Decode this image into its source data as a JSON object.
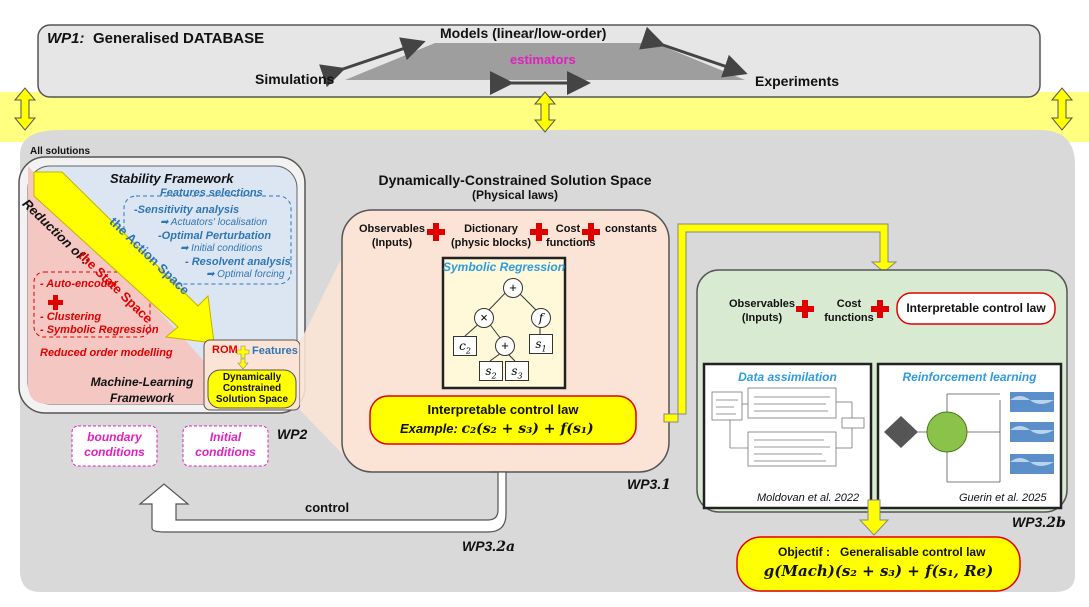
{
  "colors": {
    "wp1_bg": "#e6e6e6",
    "main_bg": "#dcdcdc",
    "yellow_glow": "#ffff66",
    "arrow_yellow": "#ffff00",
    "ml_red": "#f4c7c3",
    "stability_blue": "#dce6f2",
    "peach": "#fbe4d5",
    "green": "#d9ead3",
    "magenta": "#e020c0",
    "blue_text": "#2e75b6",
    "red_text": "#e00000",
    "plus_red": "#e00000"
  },
  "wp1": {
    "label": "WP1:",
    "title": "Generalised DATABASE",
    "models": "Models  (linear/low-order)",
    "simulations": "Simulations",
    "experiments": "Experiments",
    "estimators": "estimators"
  },
  "wp2": {
    "all_solutions": "All solutions",
    "stability_framework": "Stability Framework",
    "features_selections": "Features selections",
    "sensitivity": "-Sensitivity analysis",
    "sensitivity_sub": "Actuators' localisation",
    "optimal_perturbation": "-Optimal Perturbation",
    "optimal_perturbation_sub": "Initial conditions",
    "resolvent": "- Resolvent analysis",
    "resolvent_sub": "Optimal forcing",
    "reduction_of": "Reduction of :",
    "action_space": "the Action Space",
    "state_space": "the State Space",
    "auto_encoder": "- Auto-encoder",
    "clustering": "- Clustering",
    "symbolic_regression": "- Symbolic Regression",
    "reduced_order": "Reduced order modelling",
    "ml_framework_1": "Machine-Learning",
    "ml_framework_2": "Framework",
    "rom": "ROM",
    "features": "Features",
    "dcss_1": "Dynamically",
    "dcss_2": "Constrained",
    "dcss_3": "Solution Space",
    "boundary_1": "boundary",
    "boundary_2": "conditions",
    "initial_1": "Initial",
    "initial_2": "conditions",
    "label": "WP2"
  },
  "wp31": {
    "title_1": "Dynamically-Constrained Solution Space",
    "title_2": "(Physical laws)",
    "observables_1": "Observables",
    "observables_2": "(Inputs)",
    "dictionary_1": "Dictionary",
    "dictionary_2": "(physic blocks)",
    "cost_1": "Cost",
    "cost_2": "functions",
    "constants": "constants",
    "symbolic_regression": "Symbolic Regression",
    "tree": {
      "plus_top": "+",
      "times": "×",
      "f": "f",
      "c2": "c",
      "c2_sub": "2",
      "plus_mid": "+",
      "s1": "s",
      "s1_sub": "1",
      "s2": "s",
      "s2_sub": "2",
      "s3": "s",
      "s3_sub": "3"
    },
    "law_title": "Interpretable control law",
    "example_label": "Example:",
    "example_formula": "c₂(s₂ + s₃) + f(s₁)",
    "label_wp": "WP3.",
    "label_num": "1"
  },
  "control": {
    "label": "control",
    "wp_label": "WP3.",
    "wp_num": "2a"
  },
  "wp32b": {
    "observables_1": "Observables",
    "observables_2": "(Inputs)",
    "cost_1": "Cost",
    "cost_2": "functions",
    "interpretable": "Interpretable control law",
    "data_assimilation": "Data assimilation",
    "reinforcement_learning": "Reinforcement learning",
    "moldovan": "Moldovan et al.  2022",
    "guerin": "Guerin et al.  2025",
    "label_wp": "WP3.",
    "label_num": "2b"
  },
  "objectif": {
    "label": "Objectif :",
    "title": "Generalisable control law",
    "formula": "g(Mach)(s₂ + s₃) + f(s₁, Re)"
  }
}
